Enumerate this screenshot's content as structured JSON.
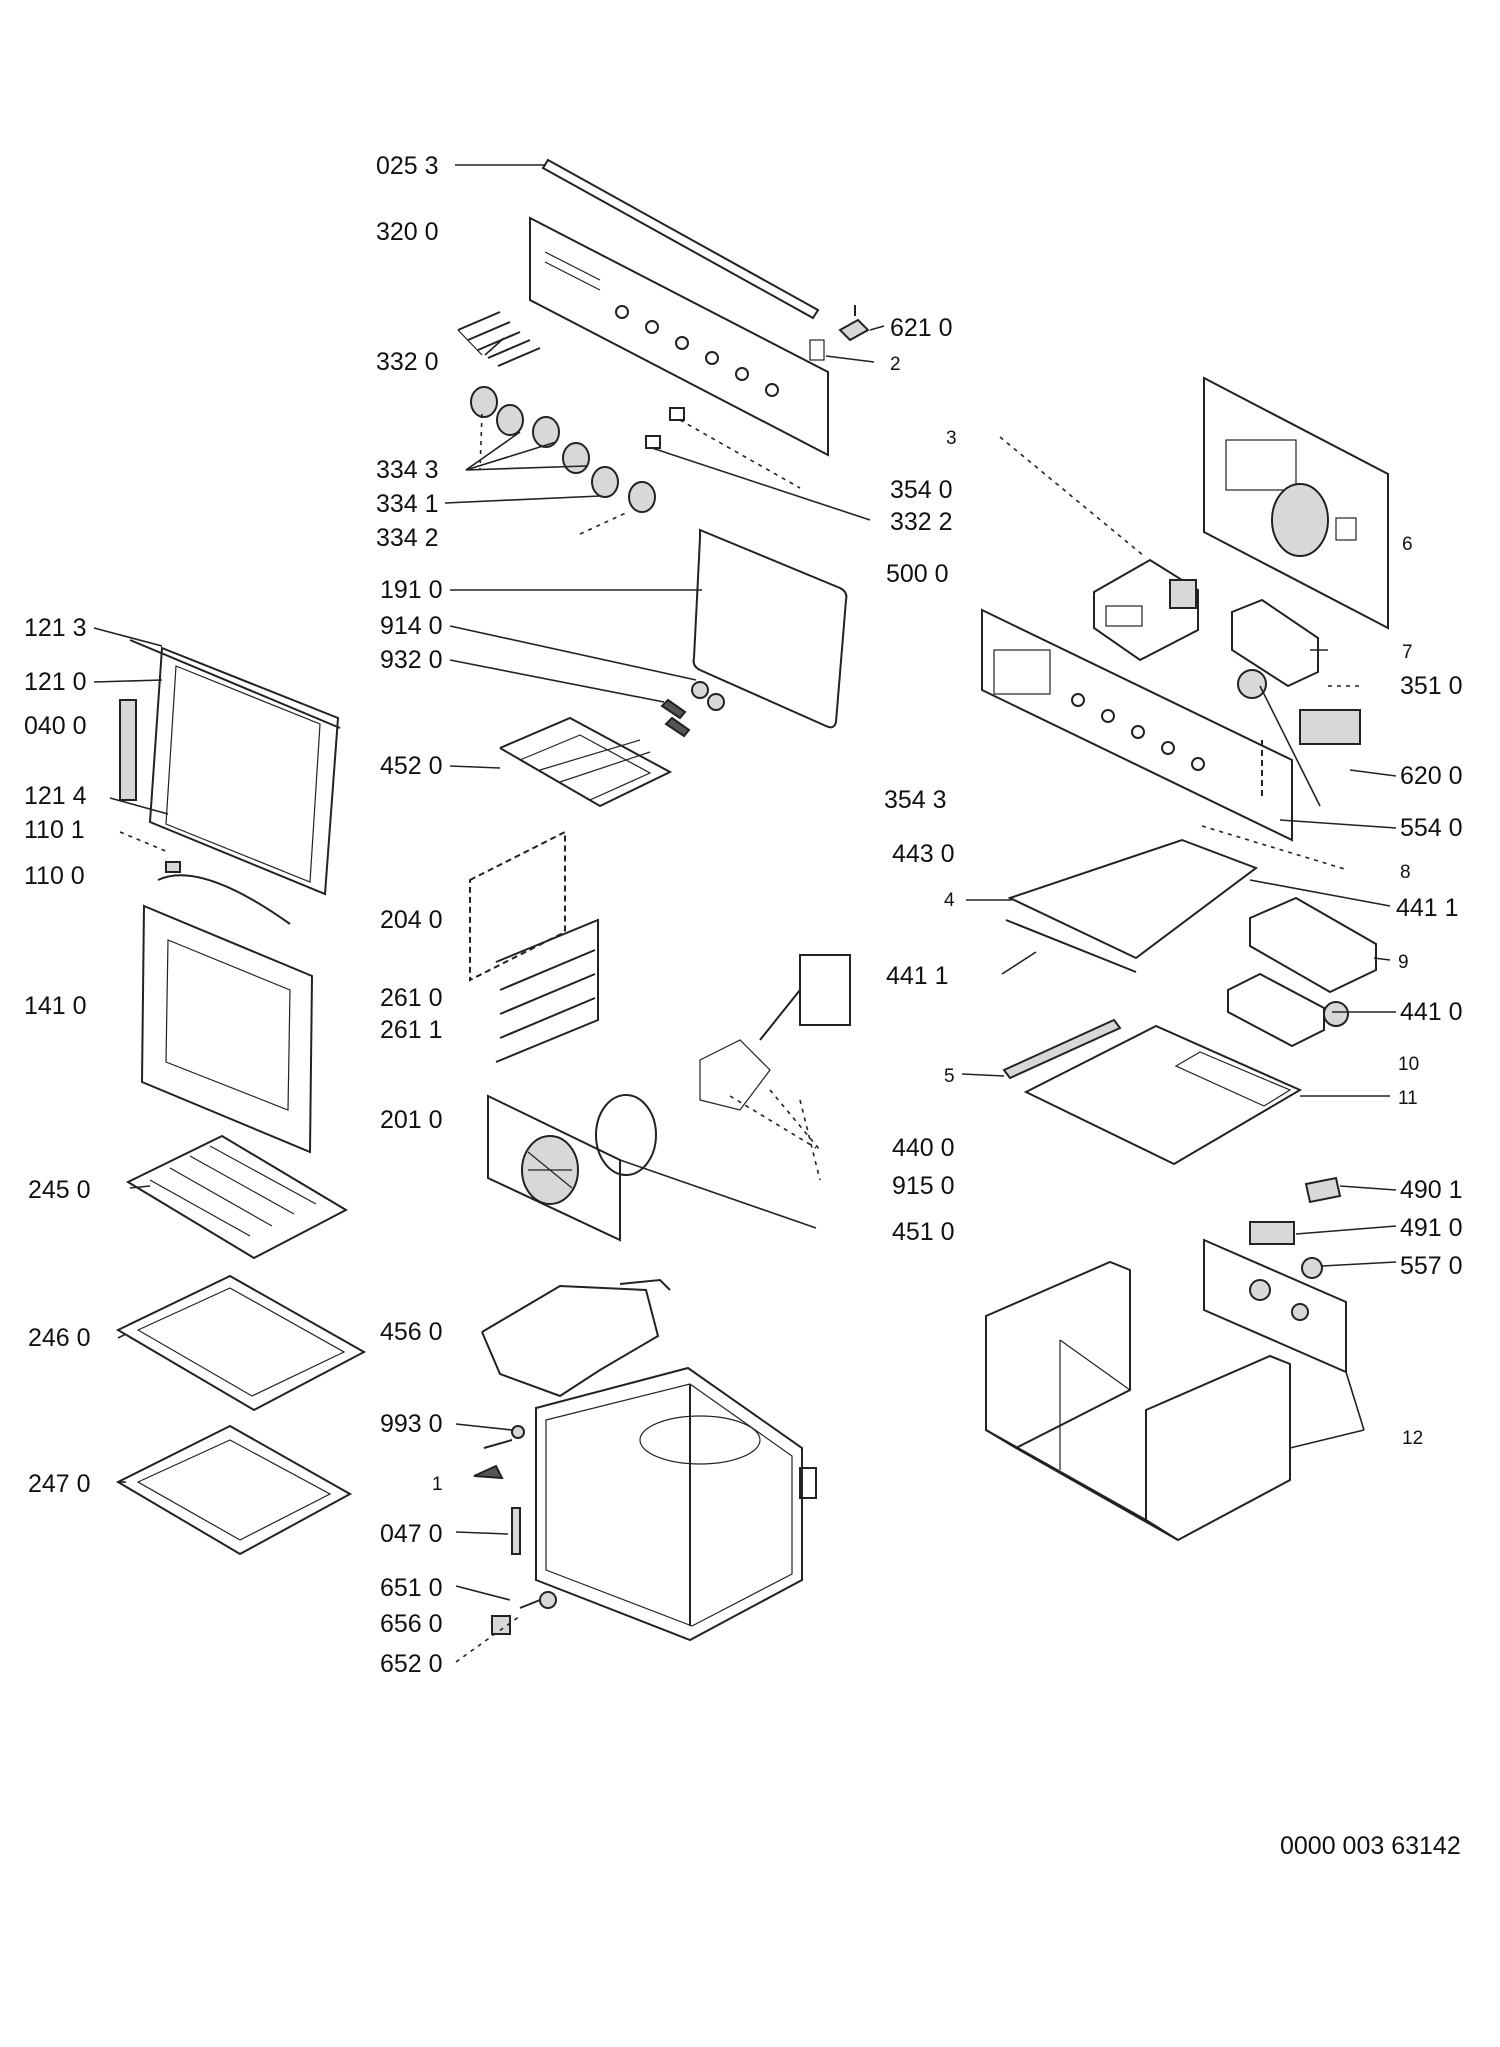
{
  "callouts": [
    {
      "id": "c0253",
      "text": "025 3"
    },
    {
      "id": "c3200",
      "text": "320 0"
    },
    {
      "id": "c3320",
      "text": "332 0"
    },
    {
      "id": "c3343",
      "text": "334 3"
    },
    {
      "id": "c3341",
      "text": "334 1"
    },
    {
      "id": "c3342",
      "text": "334 2"
    },
    {
      "id": "c6210",
      "text": "621 0"
    },
    {
      "id": "c2",
      "text": "2"
    },
    {
      "id": "c3540",
      "text": "354 0"
    },
    {
      "id": "c3322",
      "text": "332 2"
    },
    {
      "id": "c5000",
      "text": "500 0"
    },
    {
      "id": "c3",
      "text": "3"
    },
    {
      "id": "c6",
      "text": "6"
    },
    {
      "id": "c7",
      "text": "7"
    },
    {
      "id": "c3510",
      "text": "351 0"
    },
    {
      "id": "c6200",
      "text": "620 0"
    },
    {
      "id": "c5540",
      "text": "554 0"
    },
    {
      "id": "c8",
      "text": "8"
    },
    {
      "id": "c4411a",
      "text": "441 1"
    },
    {
      "id": "c3543",
      "text": "354 3"
    },
    {
      "id": "c4430",
      "text": "443 0"
    },
    {
      "id": "c4",
      "text": "4"
    },
    {
      "id": "c4411b",
      "text": "441 1"
    },
    {
      "id": "c9",
      "text": "9"
    },
    {
      "id": "c4410",
      "text": "441 0"
    },
    {
      "id": "c5",
      "text": "5"
    },
    {
      "id": "c10",
      "text": "10"
    },
    {
      "id": "c11",
      "text": "11"
    },
    {
      "id": "c1910",
      "text": "191 0"
    },
    {
      "id": "c9140",
      "text": "914 0"
    },
    {
      "id": "c9320",
      "text": "932 0"
    },
    {
      "id": "c4520",
      "text": "452 0"
    },
    {
      "id": "c2040",
      "text": "204 0"
    },
    {
      "id": "c2610",
      "text": "261 0"
    },
    {
      "id": "c2611",
      "text": "261 1"
    },
    {
      "id": "c2010",
      "text": "201 0"
    },
    {
      "id": "c4400",
      "text": "440 0"
    },
    {
      "id": "c9150",
      "text": "915 0"
    },
    {
      "id": "c4510",
      "text": "451 0"
    },
    {
      "id": "c1213",
      "text": "121 3"
    },
    {
      "id": "c1210",
      "text": "121 0"
    },
    {
      "id": "c0400",
      "text": "040 0"
    },
    {
      "id": "c1214",
      "text": "121 4"
    },
    {
      "id": "c1101",
      "text": "110 1"
    },
    {
      "id": "c1100",
      "text": "110 0"
    },
    {
      "id": "c1410",
      "text": "141 0"
    },
    {
      "id": "c2450",
      "text": "245 0"
    },
    {
      "id": "c2460",
      "text": "246 0"
    },
    {
      "id": "c2470",
      "text": "247 0"
    },
    {
      "id": "c4560",
      "text": "456 0"
    },
    {
      "id": "c9930",
      "text": "993 0"
    },
    {
      "id": "c1",
      "text": "1"
    },
    {
      "id": "c0470",
      "text": "047 0"
    },
    {
      "id": "c6510",
      "text": "651 0"
    },
    {
      "id": "c6560",
      "text": "656 0"
    },
    {
      "id": "c6520",
      "text": "652 0"
    },
    {
      "id": "c4901",
      "text": "490 1"
    },
    {
      "id": "c4910",
      "text": "491 0"
    },
    {
      "id": "c5570",
      "text": "557 0"
    },
    {
      "id": "c12",
      "text": "12"
    }
  ],
  "document_number": "0000 003 63142"
}
